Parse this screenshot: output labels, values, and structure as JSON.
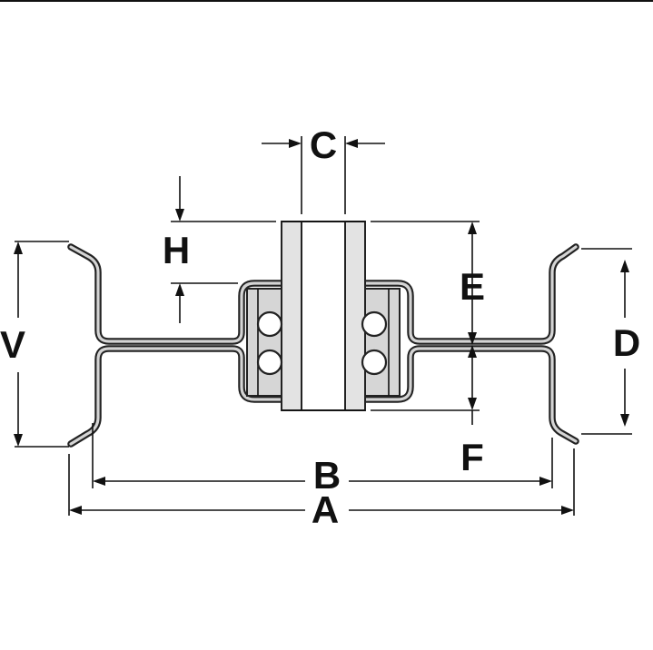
{
  "labels": {
    "a": "A",
    "b": "B",
    "c": "C",
    "d": "D",
    "e": "E",
    "f": "F",
    "h": "H",
    "v": "V"
  },
  "colors": {
    "line": "#111111",
    "metal": "#d6d6d6",
    "background": "#ffffff"
  }
}
